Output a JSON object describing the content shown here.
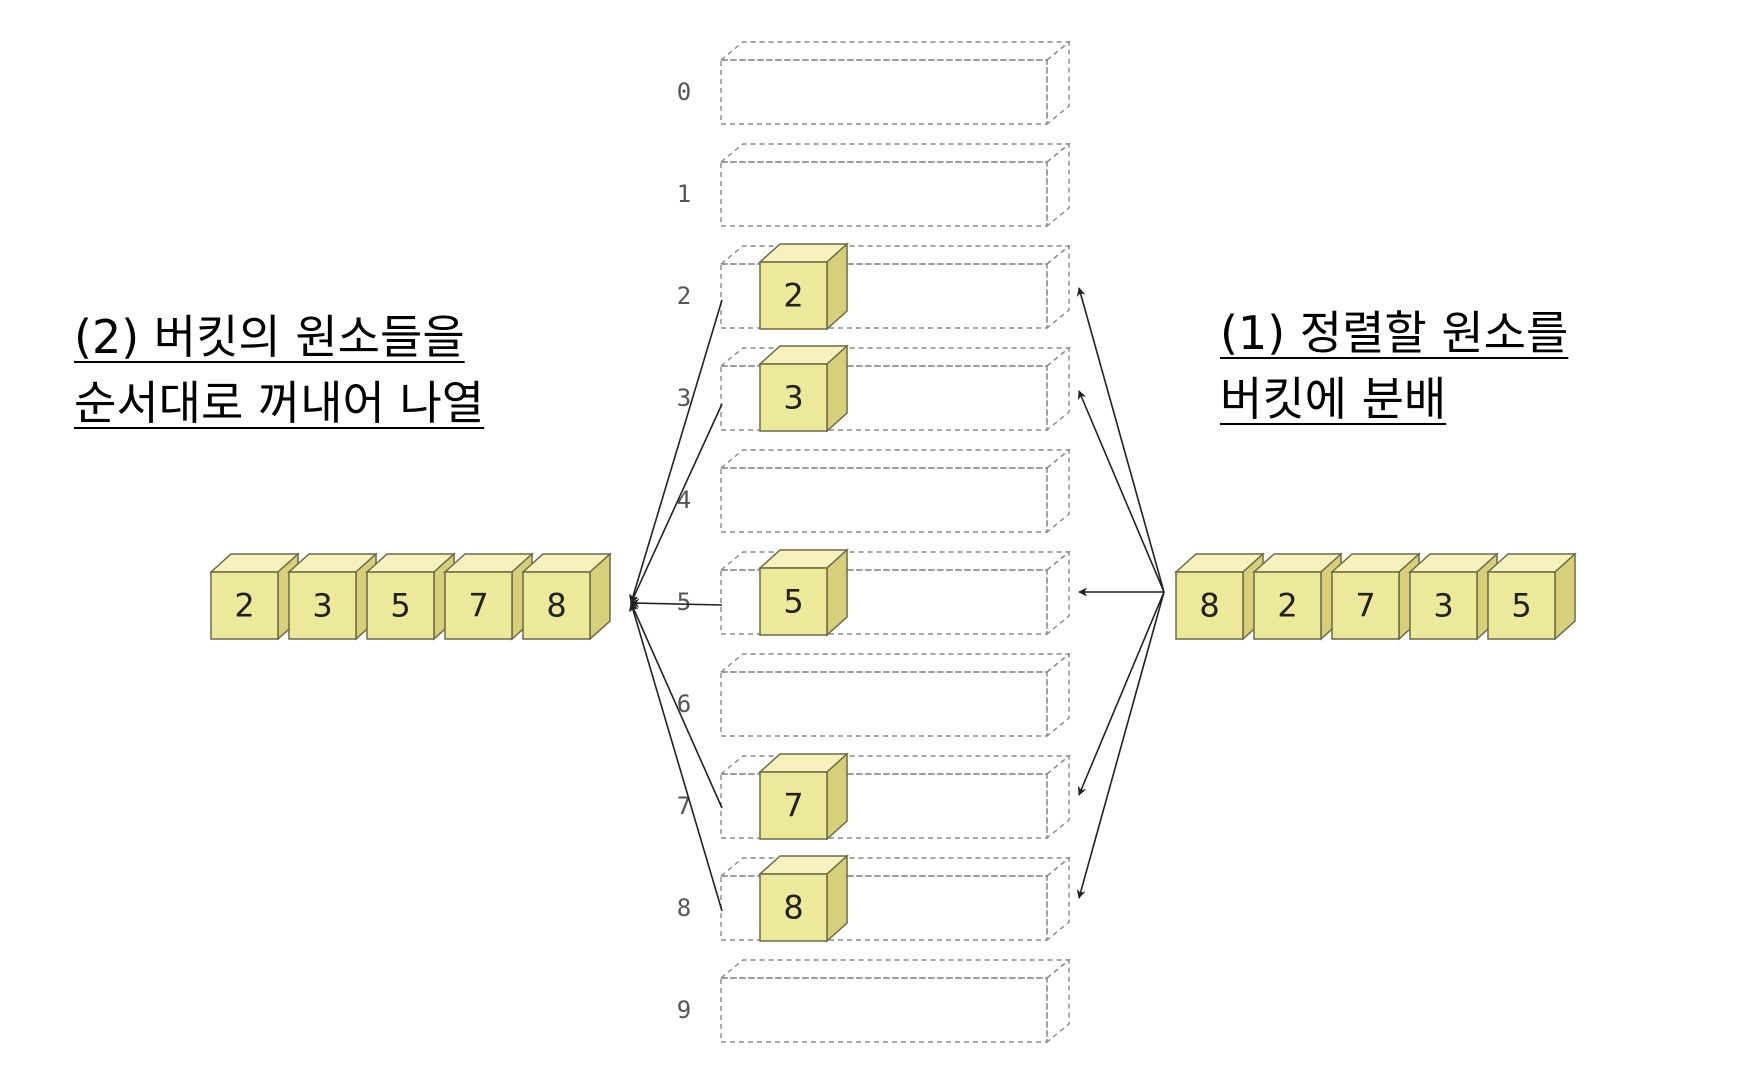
{
  "caption_left": {
    "line1": "(2) 버킷의 원소들을",
    "line2": "순서대로 꺼내어 나열"
  },
  "caption_right": {
    "line1": "(1) 정렬할 원소를",
    "line2": "버킷에 분배"
  },
  "buckets": [
    {
      "label": "0",
      "element": ""
    },
    {
      "label": "1",
      "element": ""
    },
    {
      "label": "2",
      "element": "2"
    },
    {
      "label": "3",
      "element": "3"
    },
    {
      "label": "4",
      "element": ""
    },
    {
      "label": "5",
      "element": "5"
    },
    {
      "label": "6",
      "element": ""
    },
    {
      "label": "7",
      "element": "7"
    },
    {
      "label": "8",
      "element": "8"
    },
    {
      "label": "9",
      "element": ""
    }
  ],
  "input_elements": [
    "8",
    "2",
    "7",
    "3",
    "5"
  ],
  "output_elements": [
    "2",
    "3",
    "5",
    "7",
    "8"
  ],
  "colors": {
    "cube_front": "#ede99a",
    "cube_top": "#f5f2bd",
    "cube_side": "#d6d07a",
    "cube_stroke": "#6b6a45",
    "bucket_stroke": "#8a8a8a",
    "arrow": "#222222"
  }
}
